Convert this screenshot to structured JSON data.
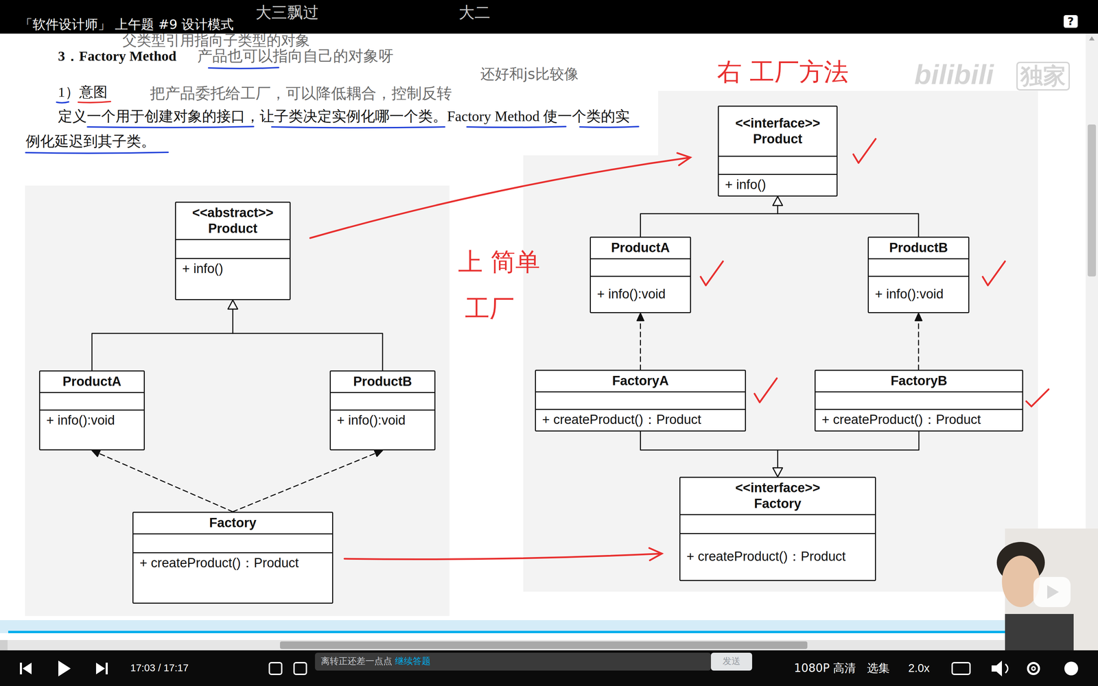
{
  "diagram": {
    "title": "3．Factory Method",
    "nodes": [
      {
        "text": [
          "<<abstract>> Product",
          "+ info()"
        ]
      },
      {
        "text": [
          "ProductA",
          "+ info():void"
        ]
      },
      {
        "text": [
          "ProductB",
          "+ info():void"
        ]
      },
      {
        "text": [
          "Factory",
          "+ createProduct()：Product"
        ]
      },
      {
        "text": [
          "<<interface>> Product",
          "+ info()"
        ]
      },
      {
        "text": [
          "ProductA",
          "+ info():void"
        ]
      },
      {
        "text": [
          "ProductB",
          "+ info():void"
        ]
      },
      {
        "text": [
          "FactoryA",
          "+ createProduct()：Product"
        ]
      },
      {
        "text": [
          "FactoryB",
          "+ createProduct()：Product"
        ]
      },
      {
        "text": [
          "<<interface>> Factory",
          "+ createProduct()：Product"
        ]
      }
    ],
    "edges": [
      {
        "from": 1,
        "to": 0,
        "arrow": "to"
      },
      {
        "from": 2,
        "to": 0,
        "arrow": "to"
      },
      {
        "from": 3,
        "to": 1,
        "arrow": "to"
      },
      {
        "from": 3,
        "to": 2,
        "arrow": "to"
      },
      {
        "from": 5,
        "to": 4,
        "arrow": "to"
      },
      {
        "from": 6,
        "to": 4,
        "arrow": "to"
      },
      {
        "from": 7,
        "to": 5,
        "arrow": "to"
      },
      {
        "from": 8,
        "to": 6,
        "arrow": "to"
      },
      {
        "from": 7,
        "to": 9,
        "arrow": "to"
      },
      {
        "from": 8,
        "to": 9,
        "arrow": "to"
      },
      {
        "from": 0,
        "to": 4,
        "arrow": "to"
      },
      {
        "from": 3,
        "to": 9,
        "arrow": "to"
      }
    ],
    "labels": [
      "「软件设计师」 上午题 #9 设计模式",
      "?",
      "大三飘过",
      "大二",
      "父类型引用指向子类型的对象",
      "产品也可以指向自己的对象呀",
      "还好和js比较像",
      "把产品委托给工厂，可以降低耦合，控制反转",
      "1）意图",
      "定义一个用于创建对象的接口，让子类决定实例化哪一个类。Factory Method 使一个类的实例化延迟到其子类。",
      "右 工厂方法",
      "上 简单",
      "工厂",
      "bilibili",
      "独家",
      "17:03 / 17:17",
      "离转正还差一点点",
      "继续答题",
      "发送",
      "1080P 高清",
      "选集",
      "2.0x"
    ]
  }
}
